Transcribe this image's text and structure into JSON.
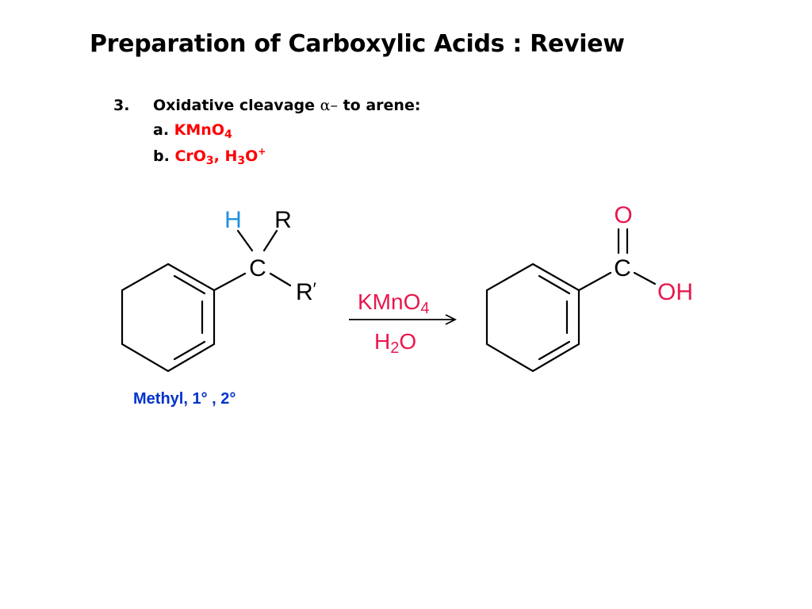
{
  "title": "Preparation of Carboxylic Acids : Review",
  "point": {
    "number": "3.",
    "text_before": "Oxidative cleavage ",
    "alpha": "α–",
    "text_after": " to arene:",
    "items": [
      {
        "letter": "a.",
        "reagent_main": "KMnO",
        "reagent_sub": "4"
      },
      {
        "letter": "b.",
        "r1_main": "CrO",
        "r1_sub": "3",
        "sep": ", H",
        "r2_sub": "3",
        "r2_main": "O",
        "r2_sup": "+"
      }
    ]
  },
  "scheme": {
    "reactant": {
      "h": "H",
      "r": "R",
      "c": "C",
      "r_prime": "R",
      "prime_mark": "′"
    },
    "reagent_top": {
      "main": "KMnO",
      "sub": "4"
    },
    "reagent_bottom": {
      "h": "H",
      "sub": "2",
      "o": "O"
    },
    "product": {
      "o": "O",
      "c": "C",
      "oh": "OH"
    }
  },
  "caption": "Methyl, 1° , 2°",
  "colors": {
    "reagent_red": "#ff0000",
    "reagent_pink": "#e8174d",
    "hydrogen_blue": "#1f8fe0",
    "caption_blue": "#0033cc"
  }
}
